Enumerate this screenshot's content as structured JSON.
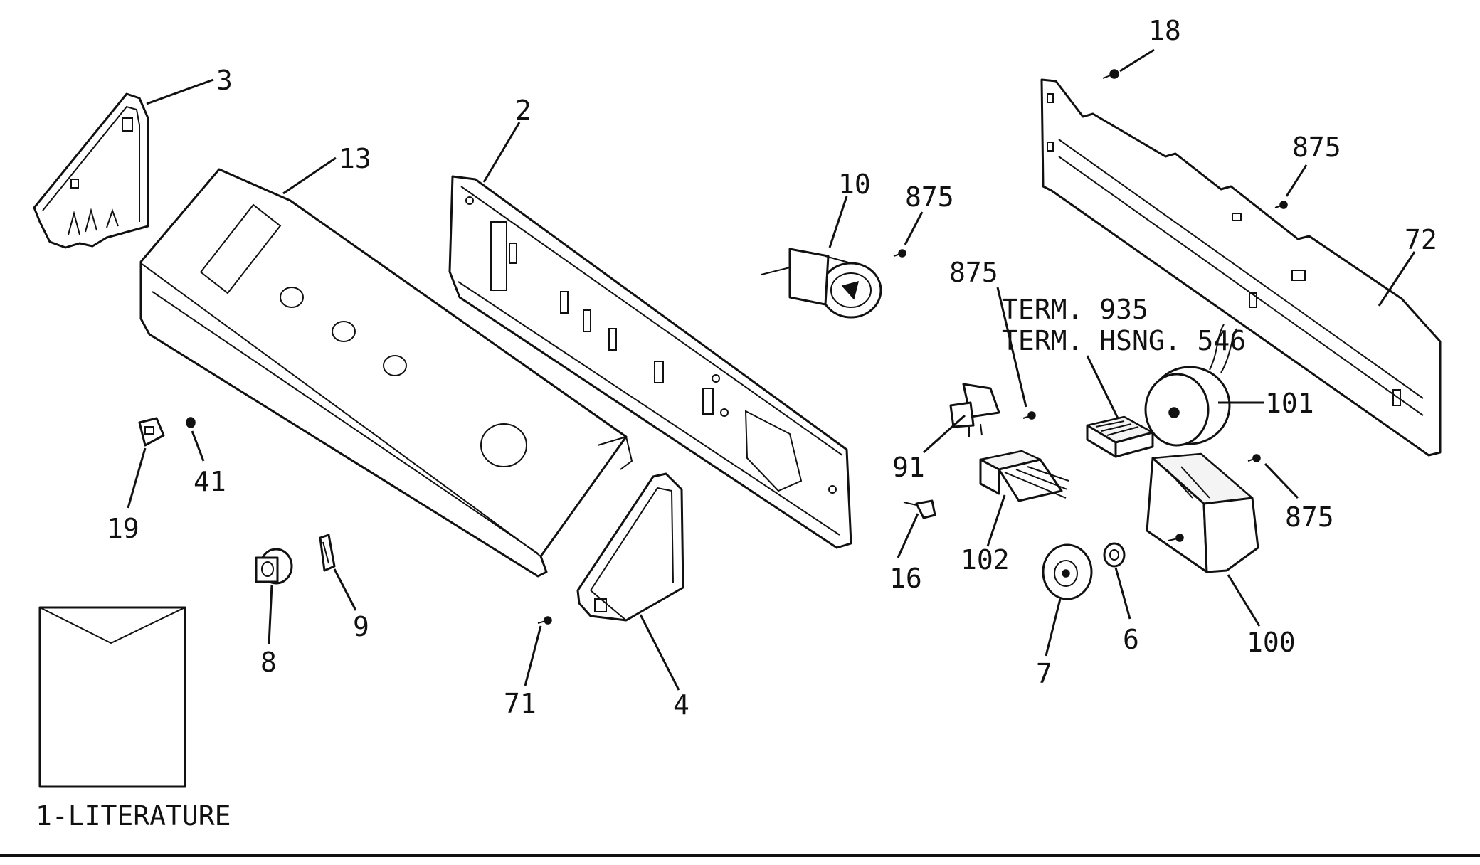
{
  "diagram": {
    "callouts": {
      "c3": "3",
      "c13": "13",
      "c2": "2",
      "c10": "10",
      "c875a": "875",
      "c18": "18",
      "c875b": "875",
      "c72": "72",
      "c875c": "875",
      "term1": "TERM. 935",
      "term2": "TERM. HSNG. 546",
      "c101": "101",
      "c91": "91",
      "c102": "102",
      "c16": "16",
      "c875d": "875",
      "c100": "100",
      "c6": "6",
      "c7": "7",
      "c19": "19",
      "c41": "41",
      "c8": "8",
      "c9": "9",
      "c71": "71",
      "c4": "4"
    },
    "literature_label": "1-LITERATURE"
  }
}
